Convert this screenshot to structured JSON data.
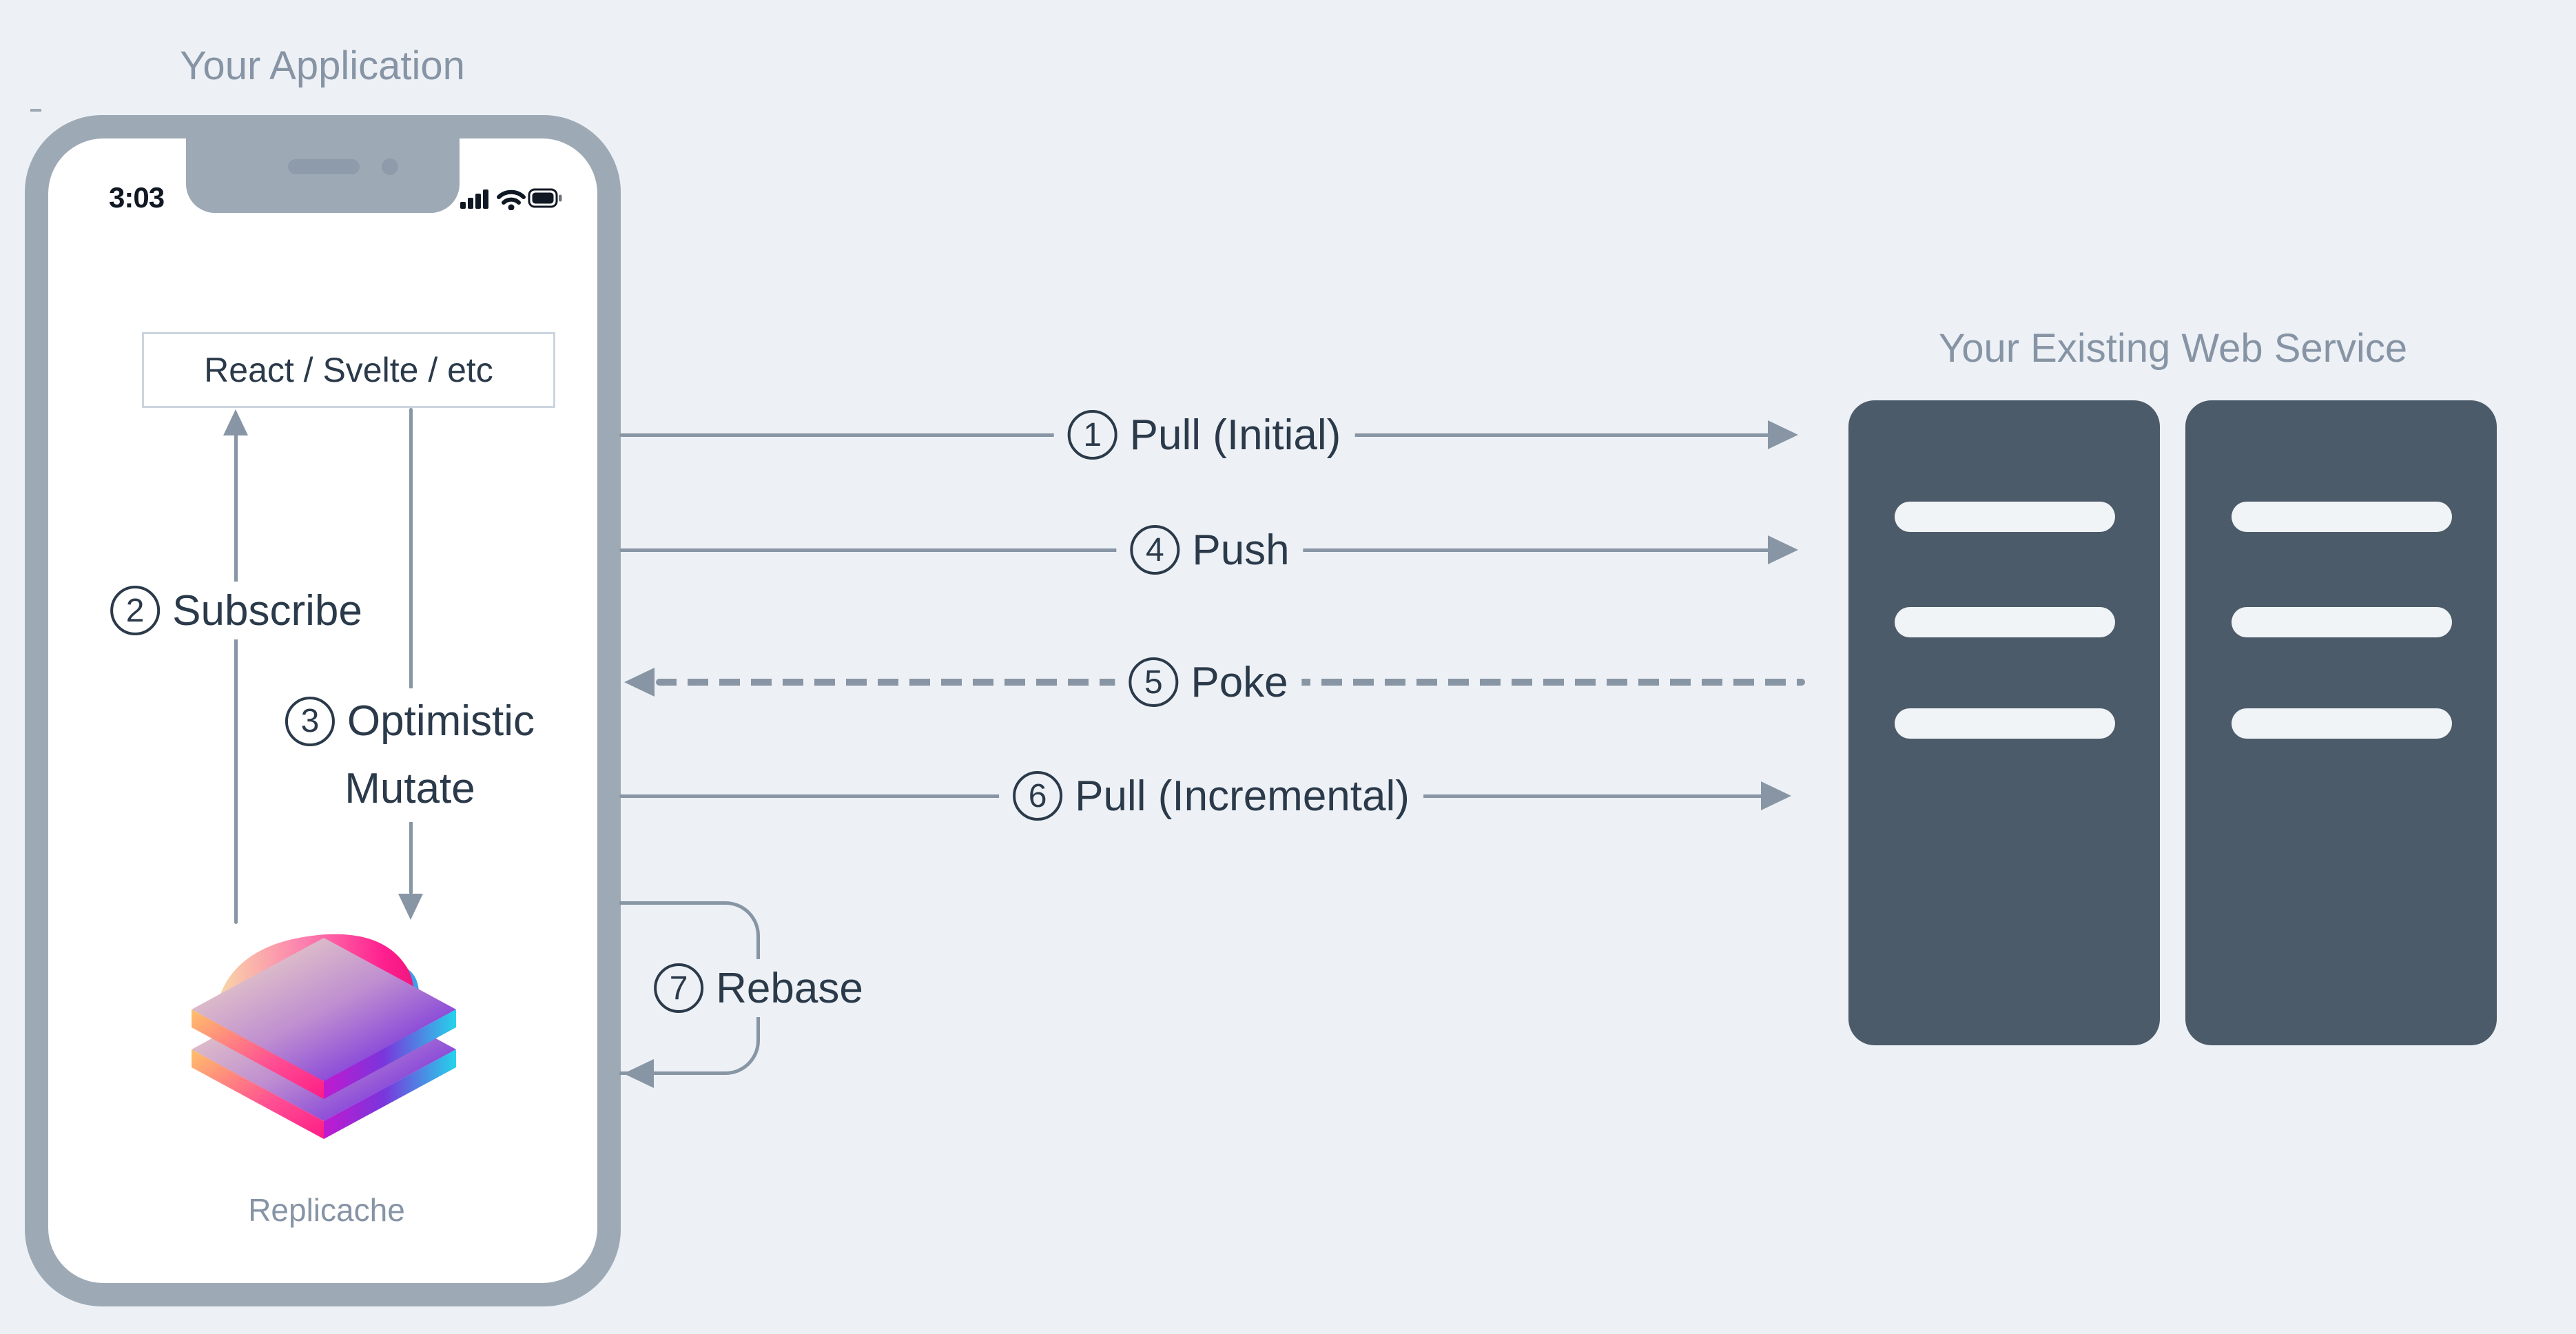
{
  "titles": {
    "app": "Your Application",
    "service": "Your Existing Web Service"
  },
  "phone": {
    "time": "3:03",
    "framework_box": "React / Svelte / etc",
    "logo_caption": "Replicache"
  },
  "flows": {
    "pull_initial": {
      "num": "1",
      "label": "Pull (Initial)"
    },
    "subscribe": {
      "num": "2",
      "label": "Subscribe"
    },
    "optimistic_mutate": {
      "num": "3",
      "line1": "Optimistic",
      "line2": "Mutate"
    },
    "push": {
      "num": "4",
      "label": "Push"
    },
    "poke": {
      "num": "5",
      "label": "Poke"
    },
    "pull_incremental": {
      "num": "6",
      "label": "Pull (Incremental)"
    },
    "rebase": {
      "num": "7",
      "label": "Rebase"
    }
  },
  "icons": {
    "signal": "cellular-signal-bars",
    "wifi": "wifi-arcs",
    "battery": "battery-full",
    "logo": "replicache-layers"
  },
  "colors": {
    "background": "#edf1f5",
    "phone_frame": "#9daab6",
    "arrow_line": "#8795a4",
    "label_text": "#2b3a4a",
    "muted_title": "#8694a5",
    "server_fill": "#4c5b69",
    "server_bar": "#f0f4f7",
    "logo_pink": "#ff1f8f",
    "logo_orange": "#ffc06a",
    "logo_purple": "#6927d8",
    "logo_cyan": "#25d3ea"
  }
}
